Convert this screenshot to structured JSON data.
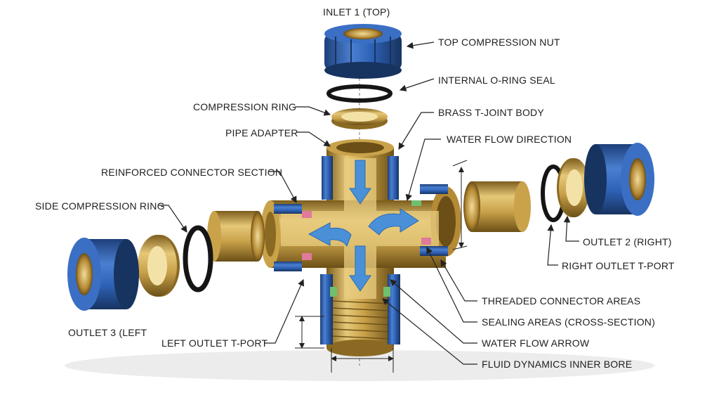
{
  "labels": {
    "inlet_top": "INLET 1 (TOP)",
    "top_nut": "TOP COMPRESSION NUT",
    "oring": "INTERNAL O-RING SEAL",
    "compression_ring": "COMPRESSION RING",
    "brass_body": "BRASS T-JOINT BODY",
    "pipe_adapter": "PIPE ADAPTER",
    "flow_direction": "WATER FLOW DIRECTION",
    "reinforced": "REINFORCED CONNECTOR SECTION",
    "side_ring": "SIDE COMPRESSION RING",
    "outlet2": "OUTLET 2 (RIGHT)",
    "right_tport": "RIGHT OUTLET T-PORT",
    "outlet3": "OUTLET 3 (LEFT",
    "left_tport": "LEFT OUTLET T-PORT",
    "threaded": "THREADED CONNECTOR AREAS",
    "sealing": "SEALING AREAS (CROSS-SECTION)",
    "flow_arrow": "WATER FLOW ARROW",
    "bore": "FLUID DYNAMICS INNER BORE"
  },
  "colors": {
    "brass": "#c9a24a",
    "brass_dark": "#8a6a22",
    "brass_light": "#ecd592",
    "nut_blue": "#2f63b8",
    "nut_blue_dark": "#1d3f7a",
    "flow_blue": "#4a90d9",
    "seal_pink": "#e07a9a",
    "seal_green": "#6fbf6f",
    "oring_black": "#151515"
  }
}
